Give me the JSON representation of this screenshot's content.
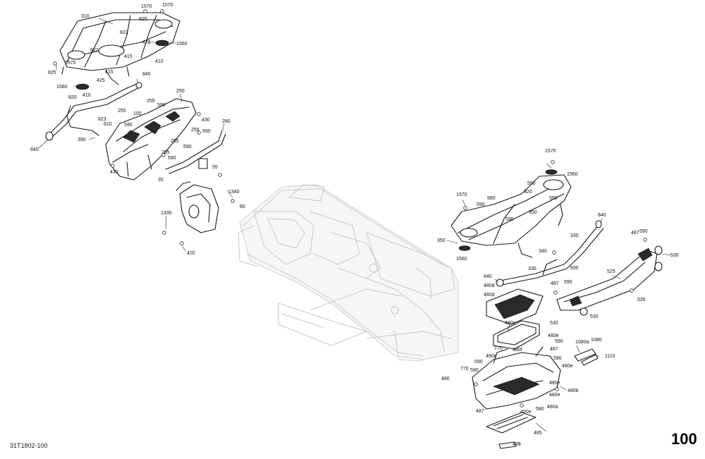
{
  "document": {
    "code": "31T1802-100",
    "page_number": "100"
  },
  "callouts": [
    {
      "id": "c-1570-a",
      "text": "1570"
    },
    {
      "id": "c-1570-b",
      "text": "1570"
    },
    {
      "id": "c-310",
      "text": "310"
    },
    {
      "id": "c-825-a",
      "text": "825"
    },
    {
      "id": "c-822-a",
      "text": "822"
    },
    {
      "id": "c-822-b",
      "text": "822"
    },
    {
      "id": "c-415-a",
      "text": "415"
    },
    {
      "id": "c-425-a",
      "text": "425"
    },
    {
      "id": "c-1560-a",
      "text": "1560"
    },
    {
      "id": "c-410-a",
      "text": "410"
    },
    {
      "id": "c-1570-c",
      "text": "1570"
    },
    {
      "id": "c-415-b",
      "text": "415"
    },
    {
      "id": "c-825-b",
      "text": "825"
    },
    {
      "id": "c-840-a",
      "text": "840"
    },
    {
      "id": "c-425-b",
      "text": "425"
    },
    {
      "id": "c-1560-b",
      "text": "1560"
    },
    {
      "id": "c-410-b",
      "text": "410"
    },
    {
      "id": "c-820",
      "text": "820"
    },
    {
      "id": "c-250",
      "text": "250"
    },
    {
      "id": "c-255-a",
      "text": "255"
    },
    {
      "id": "c-590-a",
      "text": "590"
    },
    {
      "id": "c-255-b",
      "text": "255"
    },
    {
      "id": "c-100",
      "text": "100"
    },
    {
      "id": "c-823",
      "text": "823"
    },
    {
      "id": "c-590-b",
      "text": "590"
    },
    {
      "id": "c-610",
      "text": "610"
    },
    {
      "id": "c-430-a",
      "text": "430"
    },
    {
      "id": "c-255-c",
      "text": "255"
    },
    {
      "id": "c-590-c",
      "text": "590"
    },
    {
      "id": "c-280",
      "text": "280"
    },
    {
      "id": "c-390",
      "text": "390"
    },
    {
      "id": "c-840-b",
      "text": "840"
    },
    {
      "id": "c-255-d",
      "text": "255"
    },
    {
      "id": "c-590-d",
      "text": "590"
    },
    {
      "id": "c-255-e",
      "text": "255"
    },
    {
      "id": "c-590-e",
      "text": "590"
    },
    {
      "id": "c-430-b",
      "text": "430"
    },
    {
      "id": "c-55",
      "text": "55"
    },
    {
      "id": "c-35",
      "text": "35"
    },
    {
      "id": "c-1340",
      "text": "1340"
    },
    {
      "id": "c-60",
      "text": "60"
    },
    {
      "id": "c-1330",
      "text": "1330"
    },
    {
      "id": "c-420",
      "text": "420"
    },
    {
      "id": "c-1570-d",
      "text": "1570"
    },
    {
      "id": "c-1560-c",
      "text": "1560"
    },
    {
      "id": "c-590-f",
      "text": "590"
    },
    {
      "id": "c-320",
      "text": "320"
    },
    {
      "id": "c-1570-e",
      "text": "1570"
    },
    {
      "id": "c-580",
      "text": "580"
    },
    {
      "id": "c-590-g",
      "text": "590"
    },
    {
      "id": "c-590-h",
      "text": "590"
    },
    {
      "id": "c-350-a",
      "text": "350"
    },
    {
      "id": "c-590-i",
      "text": "590"
    },
    {
      "id": "c-840-c",
      "text": "840"
    },
    {
      "id": "c-330-a",
      "text": "330"
    },
    {
      "id": "c-350-b",
      "text": "350"
    },
    {
      "id": "c-1560-d",
      "text": "1560"
    },
    {
      "id": "c-340",
      "text": "340"
    },
    {
      "id": "c-830",
      "text": "830"
    },
    {
      "id": "c-330-b",
      "text": "330"
    },
    {
      "id": "c-840-d",
      "text": "840"
    },
    {
      "id": "c-480d-a",
      "text": "480d"
    },
    {
      "id": "c-480d-b",
      "text": "480d"
    },
    {
      "id": "c-487-a",
      "text": "487"
    },
    {
      "id": "c-590-j",
      "text": "590"
    },
    {
      "id": "c-487-b",
      "text": "487"
    },
    {
      "id": "c-590-k",
      "text": "590"
    },
    {
      "id": "c-530-a",
      "text": "530"
    },
    {
      "id": "c-525",
      "text": "525"
    },
    {
      "id": "c-535",
      "text": "535"
    },
    {
      "id": "c-530-b",
      "text": "530"
    },
    {
      "id": "c-530-c",
      "text": "530"
    },
    {
      "id": "c-480c",
      "text": "480c"
    },
    {
      "id": "c-480e-a",
      "text": "480e"
    },
    {
      "id": "c-590-l",
      "text": "590"
    },
    {
      "id": "c-1080a",
      "text": "1080a"
    },
    {
      "id": "c-1080",
      "text": "1080"
    },
    {
      "id": "c-770-a",
      "text": "770"
    },
    {
      "id": "c-480f",
      "text": "480f"
    },
    {
      "id": "c-487-c",
      "text": "487"
    },
    {
      "id": "c-1110",
      "text": "1110"
    },
    {
      "id": "c-480e-b",
      "text": "480e"
    },
    {
      "id": "c-590-m",
      "text": "590"
    },
    {
      "id": "c-590-n",
      "text": "590"
    },
    {
      "id": "c-480e-c",
      "text": "480e"
    },
    {
      "id": "c-770-b",
      "text": "770"
    },
    {
      "id": "c-590-o",
      "text": "590"
    },
    {
      "id": "c-480",
      "text": "480"
    },
    {
      "id": "c-480e-d",
      "text": "480e"
    },
    {
      "id": "c-480b",
      "text": "480b"
    },
    {
      "id": "c-480e-e",
      "text": "480e"
    },
    {
      "id": "c-480a",
      "text": "480a"
    },
    {
      "id": "c-487-d",
      "text": "487"
    },
    {
      "id": "c-480e-f",
      "text": "480e"
    },
    {
      "id": "c-590-p",
      "text": "590"
    },
    {
      "id": "c-485",
      "text": "485"
    },
    {
      "id": "c-475",
      "text": "475"
    }
  ]
}
